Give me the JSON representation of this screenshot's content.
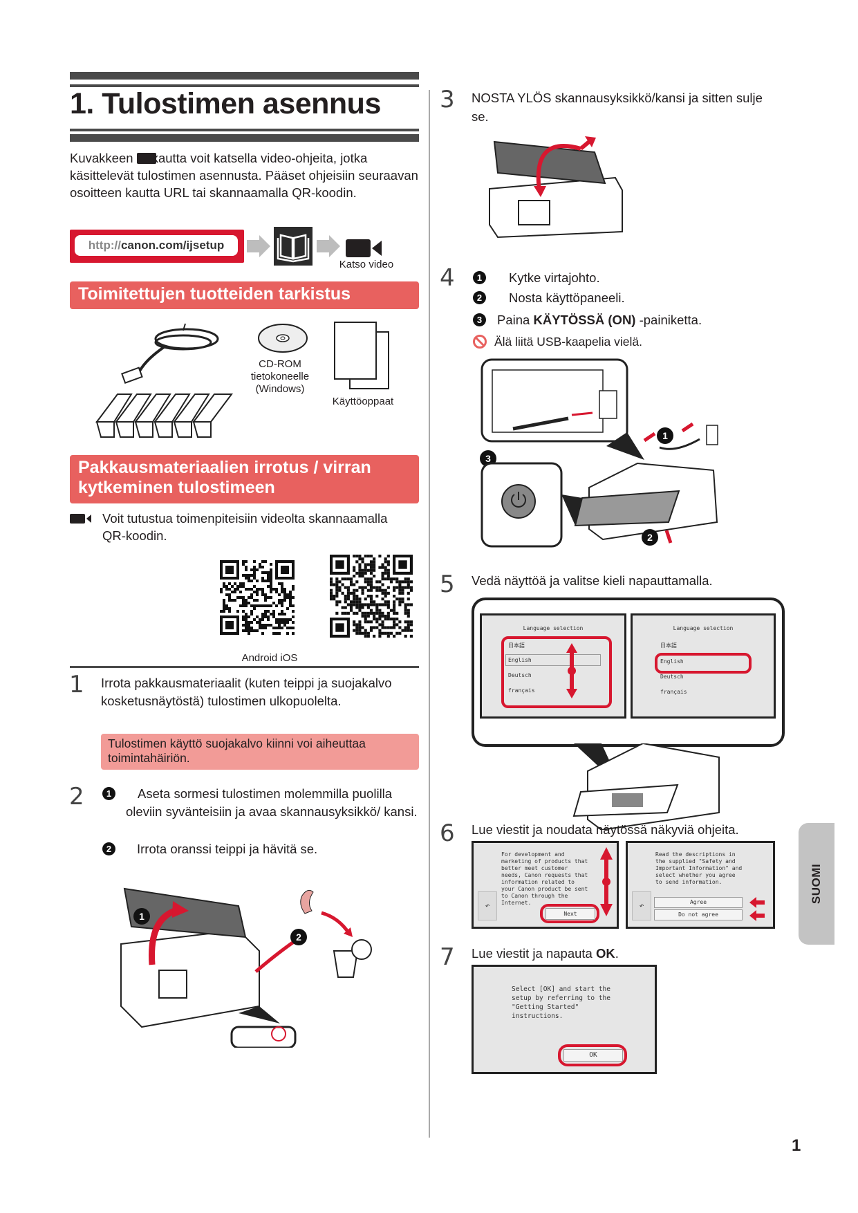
{
  "header": {
    "title": "1. Tulostimen asennus"
  },
  "intro": {
    "text_before_icon": "Kuvakkeen ",
    "text_after_icon": "kautta voit katsella video-ohjeita, jotka käsittelevät tulostimen asennusta. Pääset ohjeisiin seuraavan osoitteen kautta URL tai skannaamalla QR-koodin."
  },
  "url_banner": {
    "prefix": "http://",
    "domain": "canon.com/ijsetup",
    "video_caption": "Katso video",
    "icons": [
      "arrow-right",
      "book-icon",
      "arrow-right",
      "video-camera-icon"
    ]
  },
  "contents_section": {
    "heading": "Toimitettujen tuotteiden tarkistus",
    "items": [
      {
        "name": "power-cord",
        "label": ""
      },
      {
        "name": "cd-rom",
        "label_lines": [
          "CD-ROM",
          "tietokoneelle",
          "(Windows)"
        ]
      },
      {
        "name": "manuals",
        "label": "Käyttöoppaat"
      },
      {
        "name": "ink-cartridges",
        "label": "",
        "count": 6
      }
    ]
  },
  "packaging_section": {
    "heading_line1": "Pakkausmateriaalien irrotus / virran",
    "heading_line2": "kytkeminen tulostimeen",
    "video_note": "Voit tutustua toimenpiteisiin videolta skannaamalla QR-koodin.",
    "qr_caption": "Android iOS",
    "qr_codes": [
      "Android",
      "iOS"
    ]
  },
  "steps_left": [
    {
      "number": "1",
      "text": "Irrota pakkausmateriaalit (kuten teippi ja suojakalvo kosketusnäytöstä) tulostimen ulkopuolelta.",
      "warning": "Tulostimen käyttö suojakalvo kiinni voi aiheuttaa toimintahäiriön."
    },
    {
      "number": "2",
      "substeps": [
        {
          "marker": "1",
          "text": "Aseta sormesi tulostimen molemmilla puolilla oleviin syvänteisiin ja avaa skannausyksikkö/ kansi."
        },
        {
          "marker": "2",
          "text": "Irrota oranssi teippi ja hävitä se."
        }
      ]
    }
  ],
  "steps_right": [
    {
      "number": "3",
      "text": "NOSTA YLÖS skannausyksikkö/kansi ja sitten sulje se."
    },
    {
      "number": "4",
      "substeps": [
        {
          "marker": "1",
          "text": "Kytke virtajohto."
        },
        {
          "marker": "2",
          "text": "Nosta käyttöpaneeli."
        },
        {
          "marker": "3",
          "text_before": "Paina ",
          "text_bold": "KÄYTÖSSÄ (ON)",
          "text_after": " -painiketta."
        }
      ],
      "prohibition": "Älä liitä USB-kaapelia vielä."
    },
    {
      "number": "5",
      "text": "Vedä näyttöä ja valitse kieli napauttamalla.",
      "screen": {
        "title": "Language selection",
        "languages": [
          "日本語",
          "English",
          "Deutsch",
          "français"
        ],
        "selected": "English"
      }
    },
    {
      "number": "6",
      "text": "Lue viestit ja noudata näytössä näkyviä ohjeita.",
      "screen_a": {
        "message": "For development and marketing of products that better meet customer needs, Canon requests that information related to your Canon product be sent to Canon through the Internet.",
        "button": "Next",
        "back_symbol": "↶"
      },
      "screen_b": {
        "message": "Read the descriptions in the supplied \"Safety and Important Information\" and select whether you agree to send information.",
        "buttons": [
          "Agree",
          "Do not agree"
        ],
        "back_symbol": "↶"
      }
    },
    {
      "number": "7",
      "text_before": "Lue viestit ja napauta ",
      "text_bold": "OK",
      "text_after": ".",
      "screen": {
        "message": "Select [OK] and start the setup by referring to the \"Getting Started\" instructions.",
        "button": "OK"
      }
    }
  ],
  "side_tab": {
    "label": "SUOMI"
  },
  "footer": {
    "page_number": "1"
  },
  "colors": {
    "accent_red": "#d7172f",
    "section_header": "#e8615f",
    "warning_fill": "#f29b97",
    "rule_gray": "#4a4a4a",
    "tab_gray": "#c3c3c3"
  }
}
